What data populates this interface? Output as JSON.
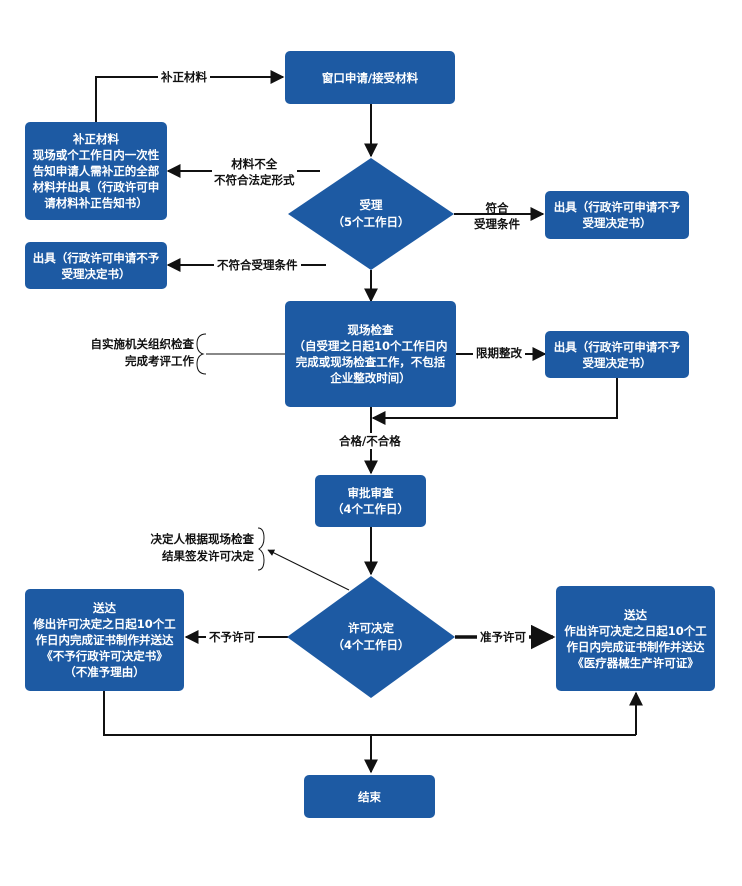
{
  "nodes": {
    "window": {
      "lines": [
        "窗口申请/接受材料"
      ]
    },
    "supplement": {
      "lines": [
        "补正材料",
        "现场或个工作日内一次性",
        "告知申请人需补正的全部",
        "材料并出具（行政许可申",
        "请材料补正告知书）"
      ]
    },
    "accept": {
      "lines": [
        "受理",
        "（5个工作日）"
      ]
    },
    "reject_right": {
      "lines": [
        "出具（行政许可申请不予",
        "受理决定书）"
      ]
    },
    "reject_left": {
      "lines": [
        "出具（行政许可申请不予",
        "受理决定书）"
      ]
    },
    "inspect": {
      "lines": [
        "现场检查",
        "（自受理之日起10个工作日内",
        "完成或现场检查工作，不包括",
        "企业整改时间）"
      ]
    },
    "rectify": {
      "lines": [
        "出具（行政许可申请不予",
        "受理决定书）"
      ]
    },
    "review": {
      "lines": [
        "审批审查",
        "（4个工作日）"
      ]
    },
    "decision": {
      "lines": [
        "许可决定",
        "（4个工作日）"
      ]
    },
    "deliver_no": {
      "lines": [
        "送达",
        "修出许可决定之日起10个工",
        "作日内完成证书制作并送达",
        "《不予行政许可决定书》",
        "（不准予理由）"
      ]
    },
    "deliver_yes": {
      "lines": [
        "送达",
        "作出许可决定之日起10个工",
        "作日内完成证书制作并送达",
        "《医疗器械生产许可证》"
      ]
    },
    "end": {
      "lines": [
        "结束"
      ]
    }
  },
  "labels": {
    "supplement_loop": "补正材料",
    "incomplete": [
      "材料不全",
      "不符合法定形式"
    ],
    "meets": [
      "符合",
      "受理条件"
    ],
    "not_meet": "不符合受理条件",
    "rectify": "限期整改",
    "pass_fail": "合格/不合格",
    "not_permit": "不予许可",
    "permit": "准予许可"
  },
  "notes": {
    "inspect_org": [
      "自实施机关组织检查",
      "完成考评工作"
    ],
    "decision_basis": [
      "决定人根据现场检查",
      "结果签发许可决定"
    ]
  },
  "colors": {
    "node": "#1d5aa3",
    "line": "#111111"
  }
}
